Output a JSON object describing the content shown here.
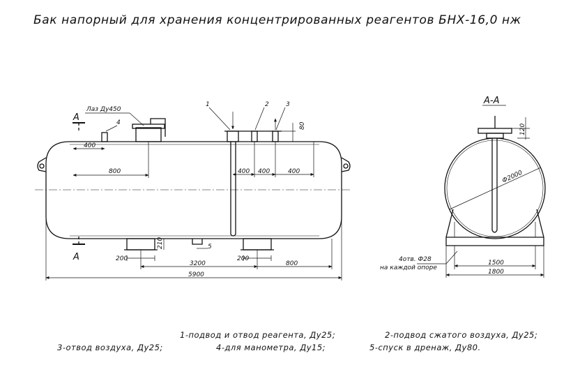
{
  "title": "Бак напорный для хранения концентрированных реагентов БНХ-16,0 нж",
  "side_view": {
    "manhole_label": "Лаз Ду450",
    "section_mark": "А",
    "callouts": [
      "1",
      "2",
      "3",
      "4",
      "5"
    ],
    "dims": {
      "manhole_offset": "400",
      "manhole_pos": "800",
      "pipe_spacing_1": "400",
      "pipe_spacing_2": "400",
      "pipe_spacing_3": "400",
      "nozzle_height": "80",
      "saddle_height": "210",
      "saddle_width_left": "200",
      "saddle_width_right": "200",
      "saddle_distance": "3200",
      "saddle_end_offset": "800",
      "overall_length": "5900"
    }
  },
  "section_view": {
    "title": "А-А",
    "diameter": "Ф2000",
    "nozzle_height": "120",
    "base_width": "1500",
    "overall_width": "1800",
    "hole_note_1": "4отв. Ф28",
    "hole_note_2": "на каждой опоре"
  },
  "legend": {
    "line1a": "1-подвод и отвод реагента, Ду25;",
    "line1b": "2-подвод сжатого воздуха, Ду25;",
    "line2a": "3-отвод воздуха, Ду25;",
    "line2b": "4-для манометра, Ду15;",
    "line2c": "5-спуск в дренаж, Ду80."
  }
}
